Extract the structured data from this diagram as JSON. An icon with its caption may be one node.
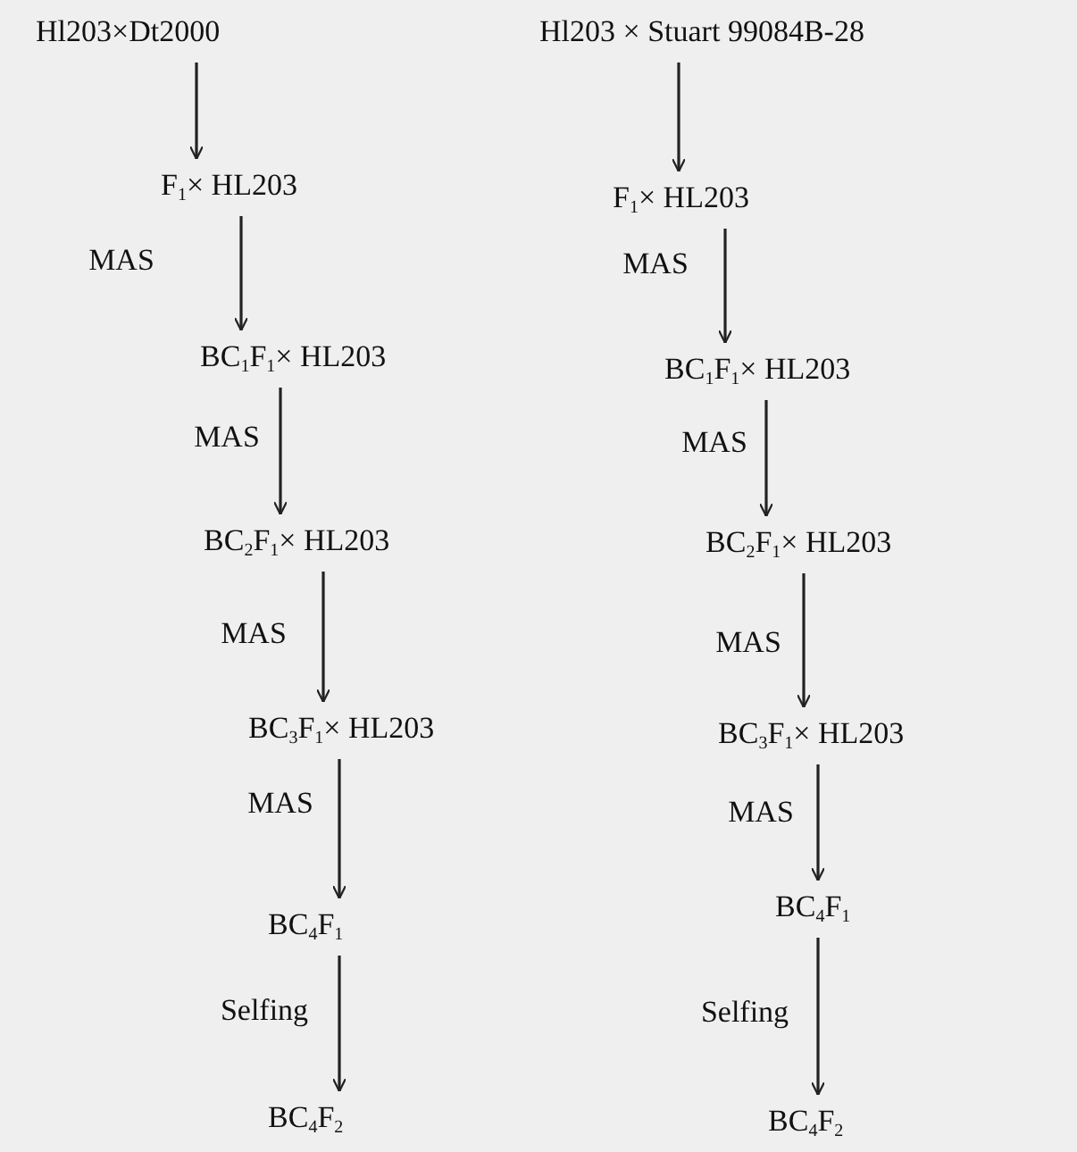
{
  "diagram": {
    "nodes": [
      {
        "text": [
          "Hl203×Dt2000"
        ]
      },
      {
        "text": [
          "F$_{1}$× HL203"
        ]
      },
      {
        "text": [
          "BC$_{1}$F$_{1}$× HL203"
        ]
      },
      {
        "text": [
          "BC$_{2}$F$_{1}$× HL203"
        ]
      },
      {
        "text": [
          "BC$_{3}$F$_{1}$× HL203"
        ]
      },
      {
        "text": [
          "BC$_{4}$F$_{1}$"
        ]
      },
      {
        "text": [
          "BC$_{4}$F$_{2}$"
        ]
      },
      {
        "text": [
          "Hl203 × Stuart 99084B-28"
        ]
      },
      {
        "text": [
          "F$_{1}$× HL203"
        ]
      },
      {
        "text": [
          "BC$_{1}$F$_{1}$× HL203"
        ]
      },
      {
        "text": [
          "BC$_{2}$F$_{1}$× HL203"
        ]
      },
      {
        "text": [
          "BC$_{3}$F$_{1}$× HL203"
        ]
      },
      {
        "text": [
          "BC$_{4}$F$_{1}$"
        ]
      },
      {
        "text": [
          "BC$_{4}$F$_{2}$"
        ]
      }
    ],
    "edges": [
      {
        "from": 0,
        "to": 1,
        "arrow": "to"
      },
      {
        "from": 1,
        "to": 2,
        "arrow": "to",
        "label": "MAS"
      },
      {
        "from": 2,
        "to": 3,
        "arrow": "to",
        "label": "MAS"
      },
      {
        "from": 3,
        "to": 4,
        "arrow": "to",
        "label": "MAS"
      },
      {
        "from": 4,
        "to": 5,
        "arrow": "to",
        "label": "MAS"
      },
      {
        "from": 5,
        "to": 6,
        "arrow": "to",
        "label": "Selfing"
      },
      {
        "from": 7,
        "to": 8,
        "arrow": "to"
      },
      {
        "from": 8,
        "to": 9,
        "arrow": "to",
        "label": "MAS"
      },
      {
        "from": 9,
        "to": 10,
        "arrow": "to",
        "label": "MAS"
      },
      {
        "from": 10,
        "to": 11,
        "arrow": "to",
        "label": "MAS"
      },
      {
        "from": 11,
        "to": 12,
        "arrow": "to",
        "label": "MAS"
      },
      {
        "from": 12,
        "to": 13,
        "arrow": "to",
        "label": "Selfing"
      }
    ]
  }
}
